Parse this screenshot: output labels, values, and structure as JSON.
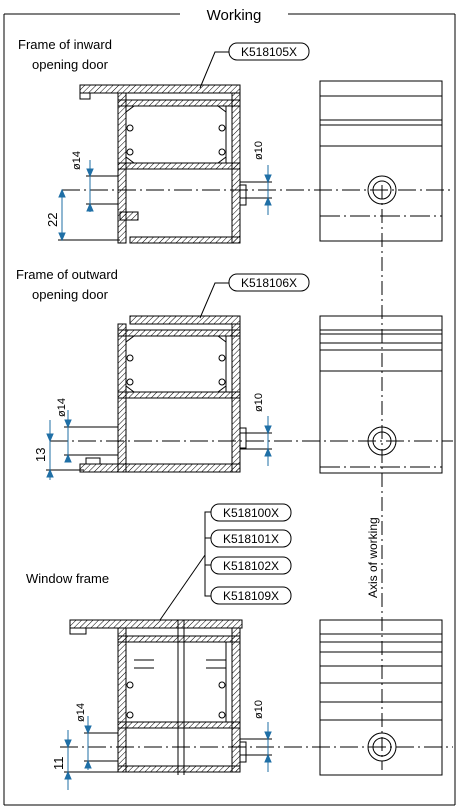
{
  "title": "Working",
  "sections": [
    {
      "label_line1": "Frame of inward",
      "label_line2": "opening door",
      "codes": [
        "K518105X"
      ],
      "dim_hole_left": "ø14",
      "dim_hole_right": "ø10",
      "dim_offset": "22"
    },
    {
      "label_line1": "Frame of outward",
      "label_line2": "opening door",
      "codes": [
        "K518106X"
      ],
      "dim_hole_left": "ø14",
      "dim_hole_right": "ø10",
      "dim_offset": "13"
    },
    {
      "label_line1": "Window frame",
      "label_line2": "",
      "codes": [
        "K518100X",
        "K518101X",
        "K518102X",
        "K518109X"
      ],
      "dim_hole_left": "ø14",
      "dim_hole_right": "ø10",
      "dim_offset": "11"
    }
  ],
  "axis_label": "Axis of working",
  "colors": {
    "line": "#000000",
    "dimension": "#1f6fa6"
  }
}
